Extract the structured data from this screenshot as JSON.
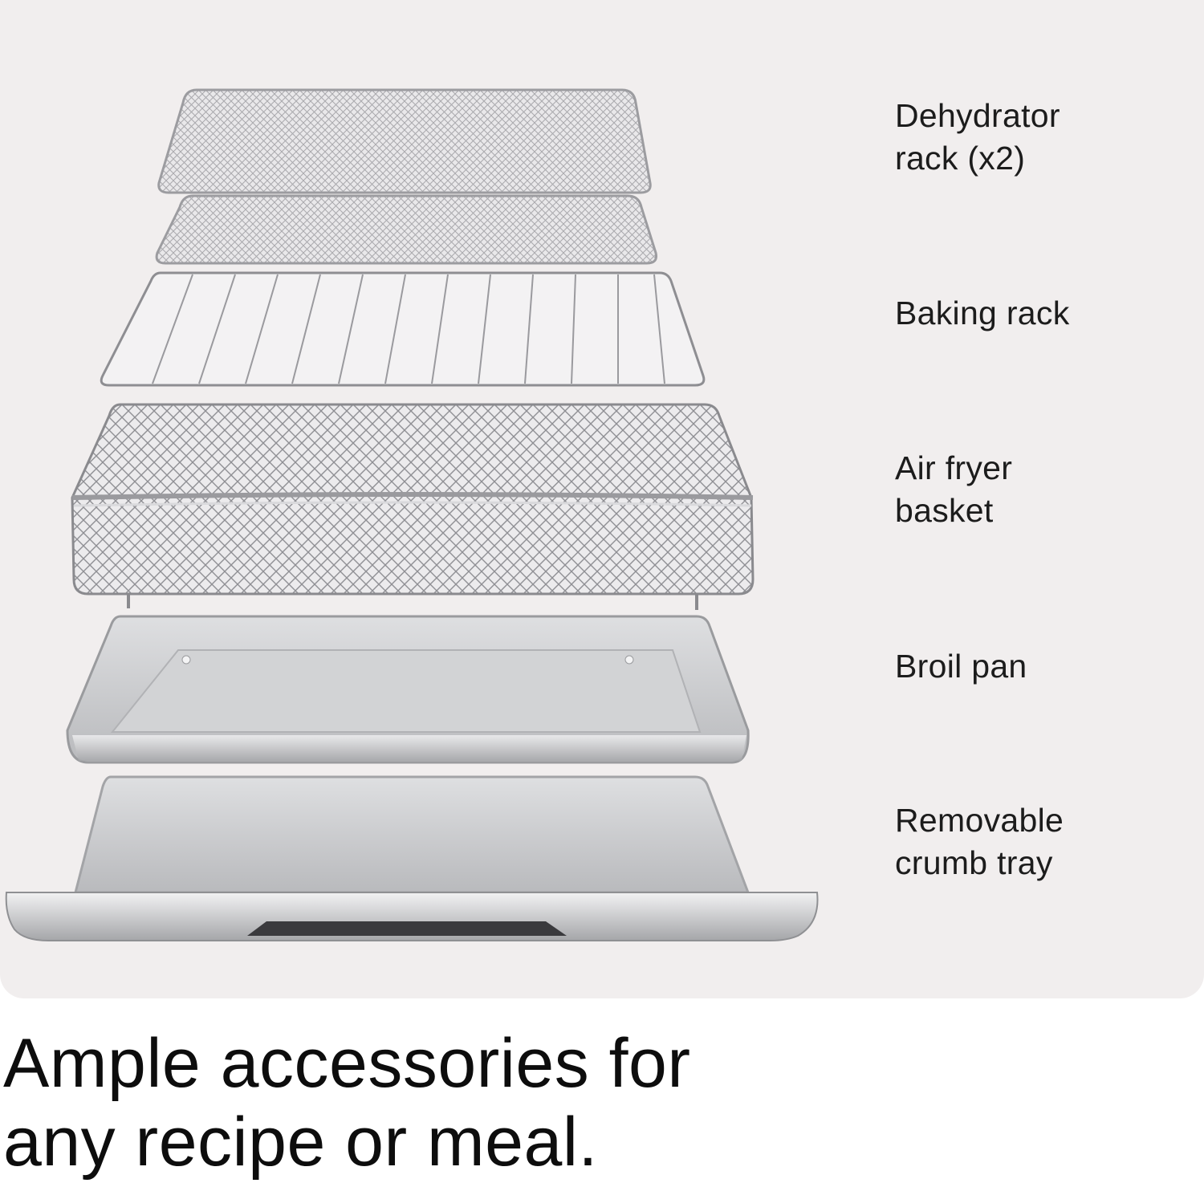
{
  "labels": {
    "dehydrator": "Dehydrator\nrack (x2)",
    "baking": "Baking rack",
    "basket": "Air fryer\nbasket",
    "broil": "Broil pan",
    "crumb": "Removable\ncrumb tray"
  },
  "headline": "Ample accessories for\nany recipe or meal.",
  "colors": {
    "panel_background": "#f1eeee",
    "text": "#1c1c1c",
    "metal": "#c9c9cc"
  }
}
